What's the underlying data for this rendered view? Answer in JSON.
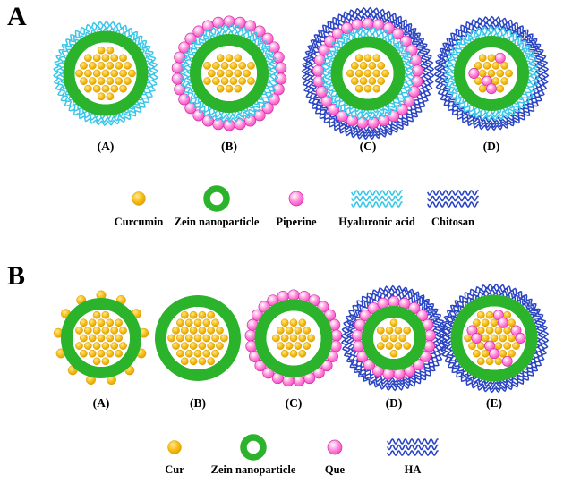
{
  "colors": {
    "curcumin": "#F6BE16",
    "zein": "#2BB32B",
    "piperine_quercetin": "#F63FBF",
    "hyaluronic_acid": "#38C6E9",
    "chitosan_ha_blue": "#2A44C4"
  },
  "panel_a": {
    "label": "A",
    "particles": [
      {
        "label": "(A)",
        "layers": [
          "hyaluronic_acid",
          "zein"
        ],
        "core": "curcumin"
      },
      {
        "label": "(B)",
        "layers": [
          "piperine",
          "hyaluronic_acid",
          "zein"
        ],
        "core": "curcumin"
      },
      {
        "label": "(C)",
        "layers": [
          "chitosan",
          "piperine",
          "hyaluronic_acid",
          "zein"
        ],
        "core": "curcumin"
      },
      {
        "label": "(D)",
        "layers": [
          "chitosan",
          "hyaluronic_acid",
          "zein"
        ],
        "core": "curcumin+piperine"
      }
    ],
    "legend": [
      {
        "label": "Curcumin",
        "icon": "curcumin-dot"
      },
      {
        "label": "Zein nanoparticle",
        "icon": "zein-ring"
      },
      {
        "label": "Piperine",
        "icon": "piperine-sphere"
      },
      {
        "label": "Hyaluronic acid",
        "icon": "cyan-waves"
      },
      {
        "label": "Chitosan",
        "icon": "blue-waves"
      }
    ]
  },
  "panel_b": {
    "label": "B",
    "particles": [
      {
        "label": "(A)",
        "layers": [
          "curcumin_studs",
          "zein"
        ],
        "core": "curcumin"
      },
      {
        "label": "(B)",
        "layers": [
          "zein"
        ],
        "core": "curcumin"
      },
      {
        "label": "(C)",
        "layers": [
          "quercetin",
          "zein"
        ],
        "core": "curcumin"
      },
      {
        "label": "(D)",
        "layers": [
          "ha_blue",
          "quercetin",
          "zein"
        ],
        "core": "curcumin"
      },
      {
        "label": "(E)",
        "layers": [
          "ha_blue",
          "zein"
        ],
        "core": "curcumin+quercetin"
      }
    ],
    "legend": [
      {
        "label": "Cur",
        "icon": "curcumin-dot"
      },
      {
        "label": "Zein nanoparticle",
        "icon": "zein-ring"
      },
      {
        "label": "Que",
        "icon": "quercetin-sphere"
      },
      {
        "label": "HA",
        "icon": "blue-waves"
      }
    ]
  }
}
